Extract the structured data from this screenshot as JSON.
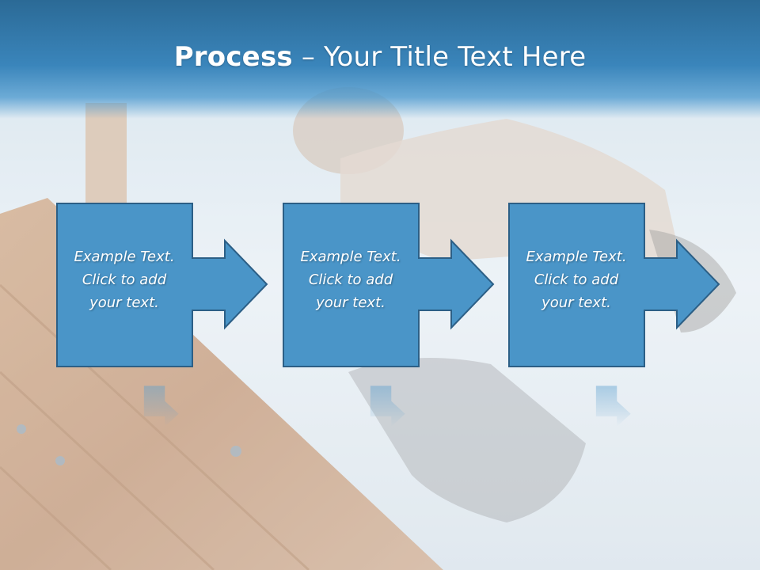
{
  "slide": {
    "title_bold": "Process",
    "title_rest": " – Your Title Text Here"
  },
  "steps": [
    {
      "line1": "Example Text.",
      "line2": "Click  to add",
      "line3": "your text."
    },
    {
      "line1": "Example Text.",
      "line2": "Click  to add",
      "line3": "your text."
    },
    {
      "line1": "Example Text.",
      "line2": "Click  to add",
      "line3": "your text."
    }
  ],
  "colors": {
    "title_band": "#3a85bb",
    "step_fill": "#4a95c8",
    "step_border": "#2c5f86",
    "text": "#ffffff"
  }
}
